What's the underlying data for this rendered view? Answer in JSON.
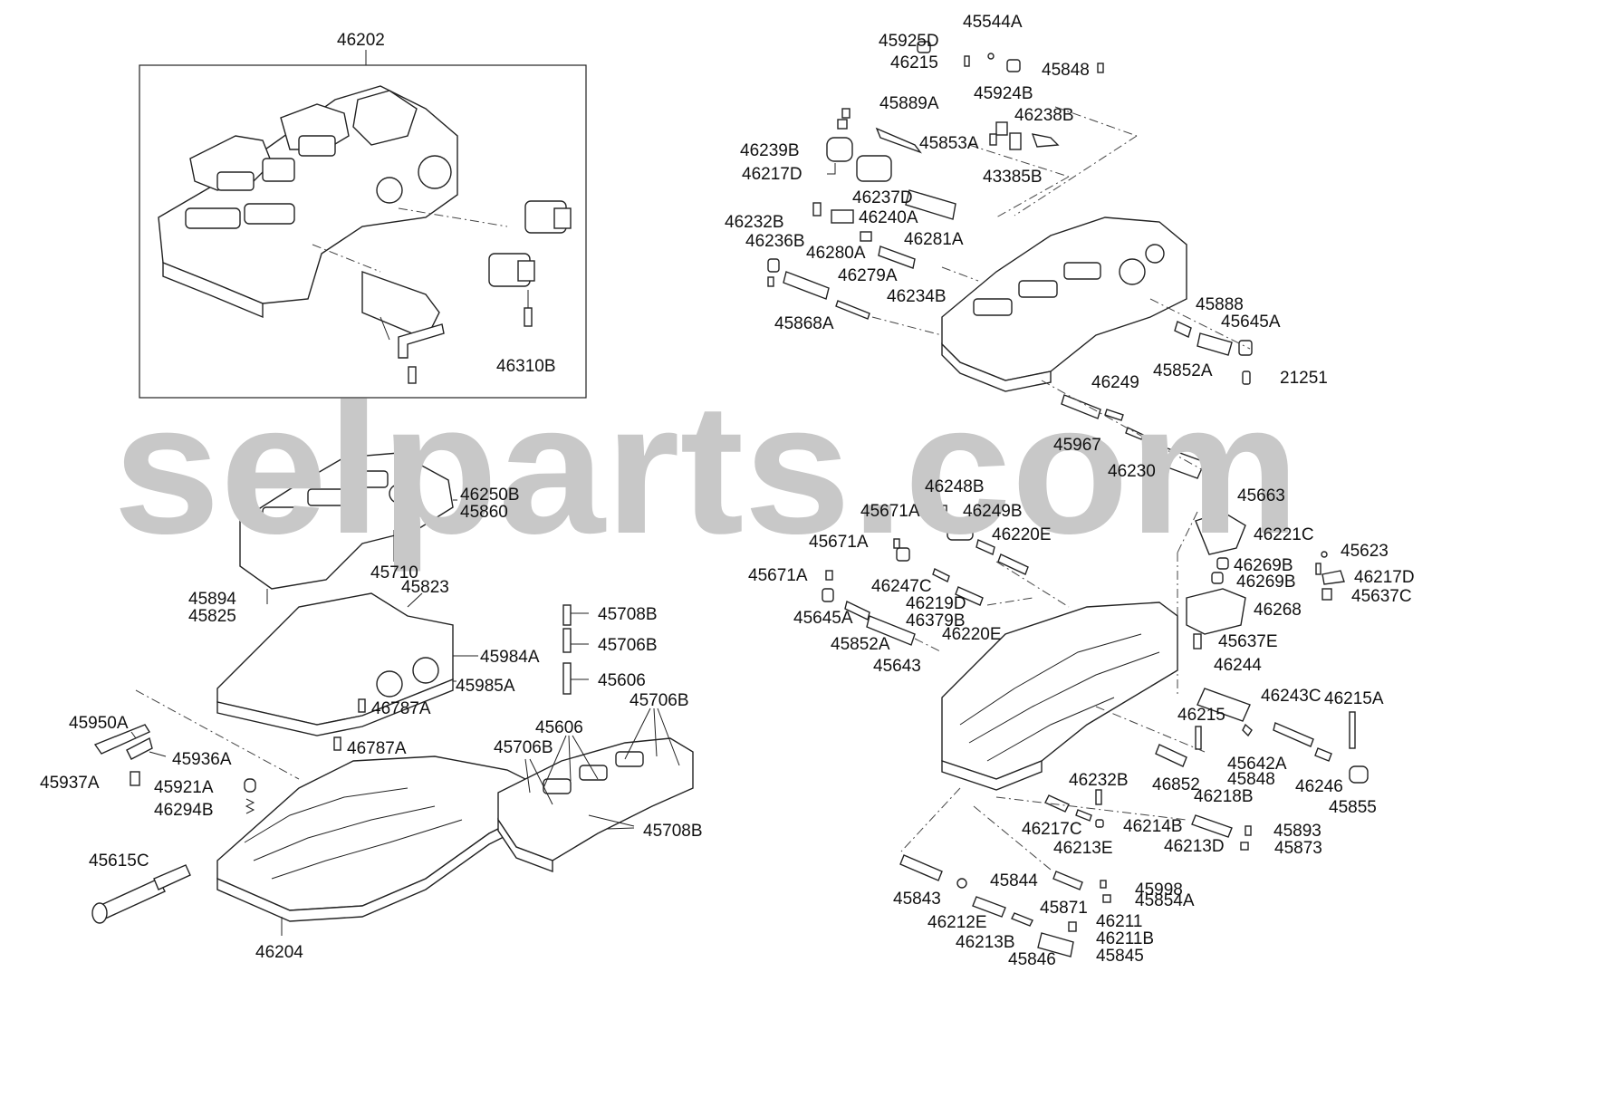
{
  "watermark": {
    "text": "selparts.com",
    "color": "#c8c8c8"
  },
  "callouts": [
    {
      "id": "46202",
      "text": "46202"
    },
    {
      "id": "46310B",
      "text": "46310B"
    },
    {
      "id": "46250B",
      "text": "46250B"
    },
    {
      "id": "45860",
      "text": "45860"
    },
    {
      "id": "45710",
      "text": "45710"
    },
    {
      "id": "45894",
      "text": "45894"
    },
    {
      "id": "45825",
      "text": "45825"
    },
    {
      "id": "45823",
      "text": "45823"
    },
    {
      "id": "45984A",
      "text": "45984A"
    },
    {
      "id": "45985A",
      "text": "45985A"
    },
    {
      "id": "46787A_1",
      "text": "46787A"
    },
    {
      "id": "46787A_2",
      "text": "46787A"
    },
    {
      "id": "45950A",
      "text": "45950A"
    },
    {
      "id": "45936A",
      "text": "45936A"
    },
    {
      "id": "45937A",
      "text": "45937A"
    },
    {
      "id": "45921A",
      "text": "45921A"
    },
    {
      "id": "46294B",
      "text": "46294B"
    },
    {
      "id": "45615C",
      "text": "45615C"
    },
    {
      "id": "46204",
      "text": "46204"
    },
    {
      "id": "45708B_1",
      "text": "45708B"
    },
    {
      "id": "45706B_1",
      "text": "45706B"
    },
    {
      "id": "45606_1",
      "text": "45606"
    },
    {
      "id": "45706B_2",
      "text": "45706B"
    },
    {
      "id": "45606_2",
      "text": "45606"
    },
    {
      "id": "45706B_3",
      "text": "45706B"
    },
    {
      "id": "45708B_2",
      "text": "45708B"
    },
    {
      "id": "45544A",
      "text": "45544A"
    },
    {
      "id": "45925D",
      "text": "45925D"
    },
    {
      "id": "46215_1",
      "text": "46215"
    },
    {
      "id": "45848_1",
      "text": "45848"
    },
    {
      "id": "45924B",
      "text": "45924B"
    },
    {
      "id": "45889A",
      "text": "45889A"
    },
    {
      "id": "46238B",
      "text": "46238B"
    },
    {
      "id": "45853A",
      "text": "45853A"
    },
    {
      "id": "46239B",
      "text": "46239B"
    },
    {
      "id": "46217D_1",
      "text": "46217D"
    },
    {
      "id": "43385B",
      "text": "43385B"
    },
    {
      "id": "46237D",
      "text": "46237D"
    },
    {
      "id": "46240A",
      "text": "46240A"
    },
    {
      "id": "46232B_1",
      "text": "46232B"
    },
    {
      "id": "46281A",
      "text": "46281A"
    },
    {
      "id": "46236B",
      "text": "46236B"
    },
    {
      "id": "46280A",
      "text": "46280A"
    },
    {
      "id": "46279A",
      "text": "46279A"
    },
    {
      "id": "46234B",
      "text": "46234B"
    },
    {
      "id": "45868A",
      "text": "45868A"
    },
    {
      "id": "45888",
      "text": "45888"
    },
    {
      "id": "45645A_1",
      "text": "45645A"
    },
    {
      "id": "45852A_1",
      "text": "45852A"
    },
    {
      "id": "21251",
      "text": "21251"
    },
    {
      "id": "46249",
      "text": "46249"
    },
    {
      "id": "45967",
      "text": "45967"
    },
    {
      "id": "46230",
      "text": "46230"
    },
    {
      "id": "45663",
      "text": "45663"
    },
    {
      "id": "46248B",
      "text": "46248B"
    },
    {
      "id": "45671A_1",
      "text": "45671A"
    },
    {
      "id": "46249B",
      "text": "46249B"
    },
    {
      "id": "46221C",
      "text": "46221C"
    },
    {
      "id": "46220E_1",
      "text": "46220E"
    },
    {
      "id": "45671A_2",
      "text": "45671A"
    },
    {
      "id": "45623",
      "text": "45623"
    },
    {
      "id": "46269B_1",
      "text": "46269B"
    },
    {
      "id": "46217D_2",
      "text": "46217D"
    },
    {
      "id": "45671A_3",
      "text": "45671A"
    },
    {
      "id": "46247C",
      "text": "46247C"
    },
    {
      "id": "46269B_2",
      "text": "46269B"
    },
    {
      "id": "45637C",
      "text": "45637C"
    },
    {
      "id": "46219D",
      "text": "46219D"
    },
    {
      "id": "46379B",
      "text": "46379B"
    },
    {
      "id": "46268",
      "text": "46268"
    },
    {
      "id": "45645A_2",
      "text": "45645A"
    },
    {
      "id": "46220E_2",
      "text": "46220E"
    },
    {
      "id": "45852A_2",
      "text": "45852A"
    },
    {
      "id": "45637E",
      "text": "45637E"
    },
    {
      "id": "45643",
      "text": "45643"
    },
    {
      "id": "46244",
      "text": "46244"
    },
    {
      "id": "46243C",
      "text": "46243C"
    },
    {
      "id": "46215A",
      "text": "46215A"
    },
    {
      "id": "46215_2",
      "text": "46215"
    },
    {
      "id": "45642A",
      "text": "45642A"
    },
    {
      "id": "45848_2",
      "text": "45848"
    },
    {
      "id": "46852",
      "text": "46852"
    },
    {
      "id": "46246",
      "text": "46246"
    },
    {
      "id": "45855",
      "text": "45855"
    },
    {
      "id": "46232B_2",
      "text": "46232B"
    },
    {
      "id": "46218B",
      "text": "46218B"
    },
    {
      "id": "46217C",
      "text": "46217C"
    },
    {
      "id": "46214B",
      "text": "46214B"
    },
    {
      "id": "45893",
      "text": "45893"
    },
    {
      "id": "46213E",
      "text": "46213E"
    },
    {
      "id": "46213D",
      "text": "46213D"
    },
    {
      "id": "45873",
      "text": "45873"
    },
    {
      "id": "45844",
      "text": "45844"
    },
    {
      "id": "45998",
      "text": "45998"
    },
    {
      "id": "45843",
      "text": "45843"
    },
    {
      "id": "45871",
      "text": "45871"
    },
    {
      "id": "45854A",
      "text": "45854A"
    },
    {
      "id": "46212E",
      "text": "46212E"
    },
    {
      "id": "46211",
      "text": "46211"
    },
    {
      "id": "46213B",
      "text": "46213B"
    },
    {
      "id": "46211B",
      "text": "46211B"
    },
    {
      "id": "45846",
      "text": "45846"
    },
    {
      "id": "45845",
      "text": "45845"
    }
  ]
}
